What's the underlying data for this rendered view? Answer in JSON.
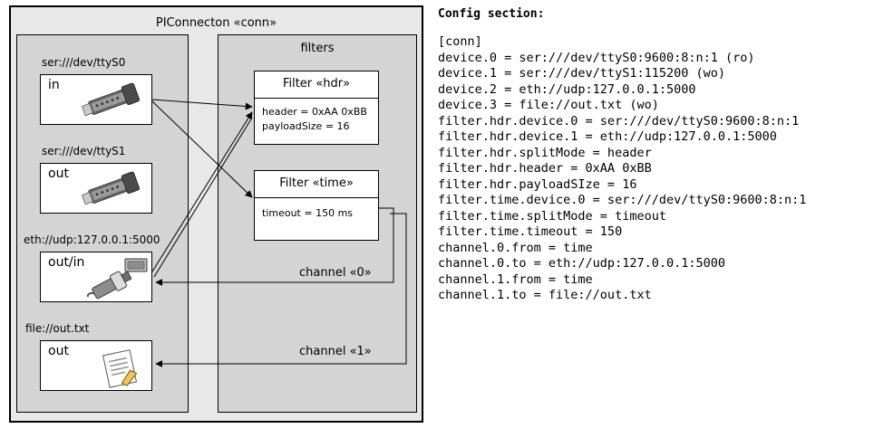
{
  "diagram": {
    "outer_title": "PIConnecton «conn»",
    "ports_group_title": "",
    "filters_group_title": "filters",
    "ports": [
      {
        "label": "ser:///dev/ttyS0",
        "device_name": "in",
        "icon": "serial-connector-icon"
      },
      {
        "label": "ser:///dev/ttyS1",
        "device_name": "out",
        "icon": "serial-connector-icon"
      },
      {
        "label": "eth://udp:127.0.0.1:5000",
        "device_name": "out/in",
        "icon": "network-plug-icon"
      },
      {
        "label": "file://out.txt",
        "device_name": "out",
        "icon": "text-file-icon"
      }
    ],
    "filters": [
      {
        "title": "Filter «hdr»",
        "props": [
          "header = 0xAA 0xBB",
          "payloadSize = 16"
        ]
      },
      {
        "title": "Filter «time»",
        "props": [
          "timeout = 150 ms"
        ]
      }
    ],
    "channels": [
      {
        "label": "channel «0»"
      },
      {
        "label": "channel «1»"
      }
    ]
  },
  "config": {
    "heading": "Config section:",
    "lines": [
      "[conn]",
      "device.0 = ser:///dev/ttyS0:9600:8:n:1 (ro)",
      "device.1 = ser:///dev/ttyS1:115200 (wo)",
      "device.2 = eth://udp:127.0.0.1:5000",
      "device.3 = file://out.txt (wo)",
      "filter.hdr.device.0 = ser:///dev/ttyS0:9600:8:n:1",
      "filter.hdr.device.1 = eth://udp:127.0.0.1:5000",
      "filter.hdr.splitMode = header",
      "filter.hdr.header = 0xAA 0xBB",
      "filter.hdr.payloadSIze = 16",
      "filter.time.device.0 = ser:///dev/ttyS0:9600:8:n:1",
      "filter.time.splitMode = timeout",
      "filter.time.timeout = 150",
      "channel.0.from = time",
      "channel.0.to = eth://udp:127.0.0.1:5000",
      "channel.1.from = time",
      "channel.1.to = file://out.txt"
    ]
  },
  "colors": {
    "outer_fill": "#e8e8e8",
    "group_fill": "#d4d4d4",
    "card_fill": "#ffffff",
    "stroke": "#000000"
  }
}
